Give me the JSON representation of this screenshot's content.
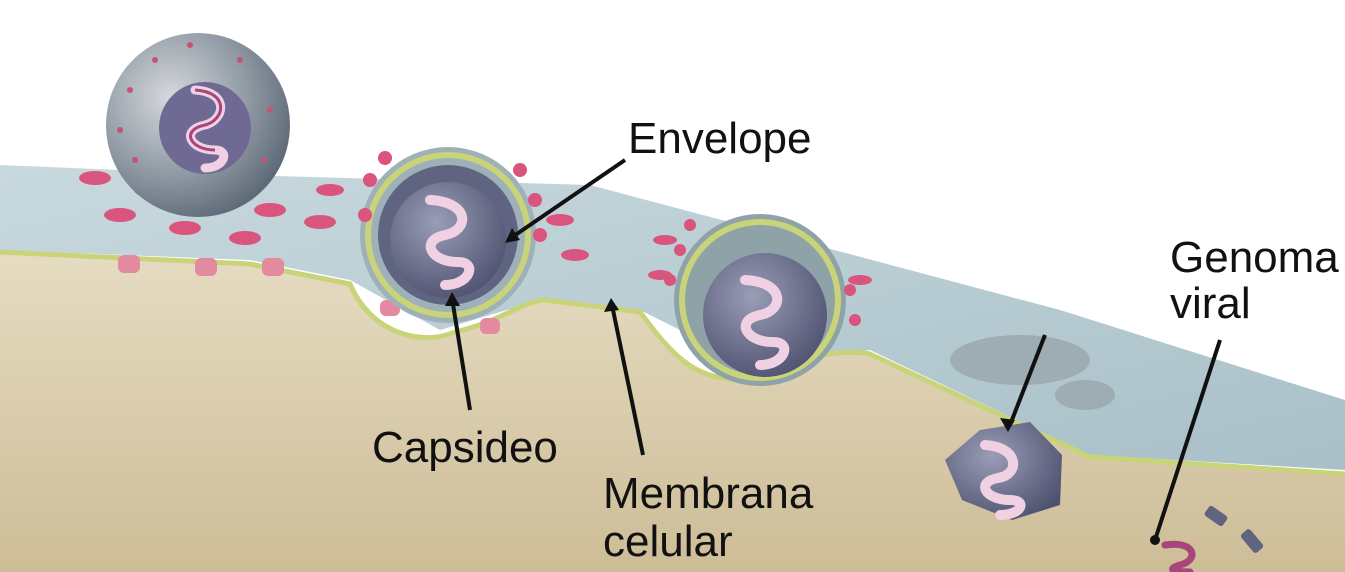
{
  "labels": {
    "envelope": "Envelope",
    "capsideo": "Capsideo",
    "membrana_line1": "Membrana",
    "membrana_line2": "celular",
    "genoma_line1": "Genoma",
    "genoma_line2": "viral"
  },
  "colors": {
    "membrane_surface": "#b9cfd6",
    "cytoplasm": "#dccfb2",
    "membrane_edge": "#c9d37a",
    "spikes": "#d9557d",
    "capsid": "#6b6e86",
    "genome": "#e9b9d6",
    "leader_line": "#111111"
  }
}
